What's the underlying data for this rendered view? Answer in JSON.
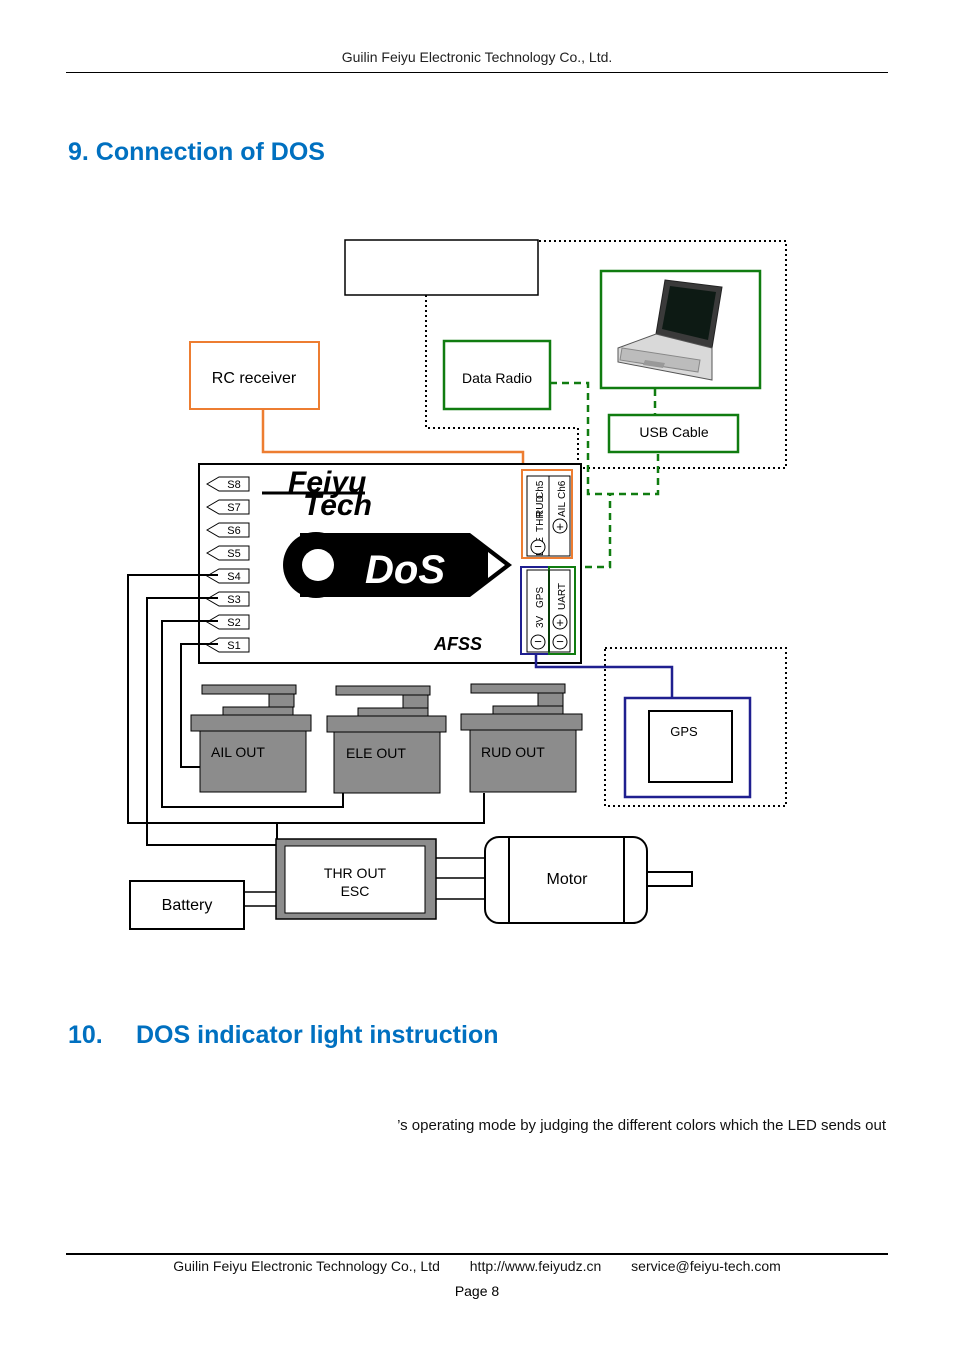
{
  "header": {
    "company": "Guilin Feiyu Electronic Technology Co., Ltd."
  },
  "section9": {
    "title": "9. Connection of DOS"
  },
  "diagram": {
    "rc_receiver": "RC receiver",
    "data_radio": "Data Radio",
    "usb_cable": "USB Cable",
    "gps": "GPS",
    "ail_out": "AIL OUT",
    "ele_out": "ELE OUT",
    "rud_out": "RUD OUT",
    "thr_out": "THR OUT",
    "esc": "ESC",
    "motor": "Motor",
    "battery": "Battery",
    "brand_line1": "Feiyu",
    "brand_line2": "Tech",
    "dos_logo": "DoS",
    "afss": "AFSS",
    "servo_ports": [
      "S8",
      "S7",
      "S6",
      "S5",
      "S4",
      "S3",
      "S2",
      "S1"
    ],
    "port_labels": {
      "ele": "ELE",
      "thr": "THR",
      "rud": "RUD",
      "ch5": "Ch5",
      "ail": "AIL",
      "ch6": "Ch6",
      "gps": "GPS",
      "v3": "3V",
      "uart": "UART"
    }
  },
  "section10": {
    "number": "10.",
    "title": "DOS indicator light instruction",
    "text": "’s operating mode by judging the different colors which the LED sends out"
  },
  "footer": {
    "company": "Guilin Feiyu Electronic Technology Co., Ltd",
    "url": "http://www.feiyudz.cn",
    "email": "service@feiyu-tech.com",
    "page": "Page 8"
  }
}
